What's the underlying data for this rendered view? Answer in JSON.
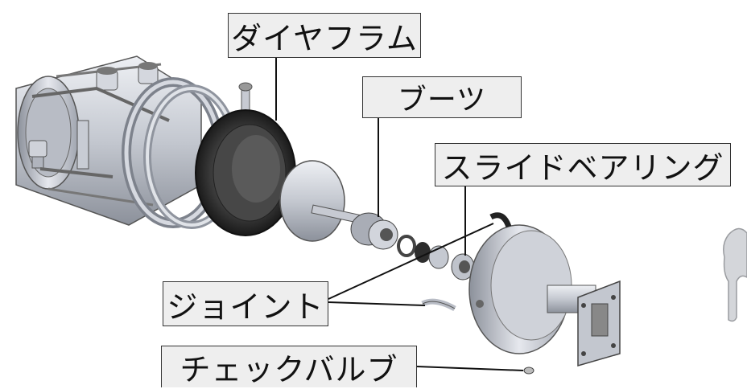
{
  "labels": {
    "diaphragm": "ダイヤフラム",
    "boots": "ブーツ",
    "slide_bearing": "スライドベアリング",
    "joint": "ジョイント",
    "check_valve": "チェックバルブ"
  },
  "colors": {
    "part_fill": "#c9ccd3",
    "part_shade": "#8a8f99",
    "part_dark": "#2a2a2a",
    "leader_line": "#111111",
    "label_bg": "#eeeeee"
  },
  "icons": [
    "wrench-icon"
  ]
}
